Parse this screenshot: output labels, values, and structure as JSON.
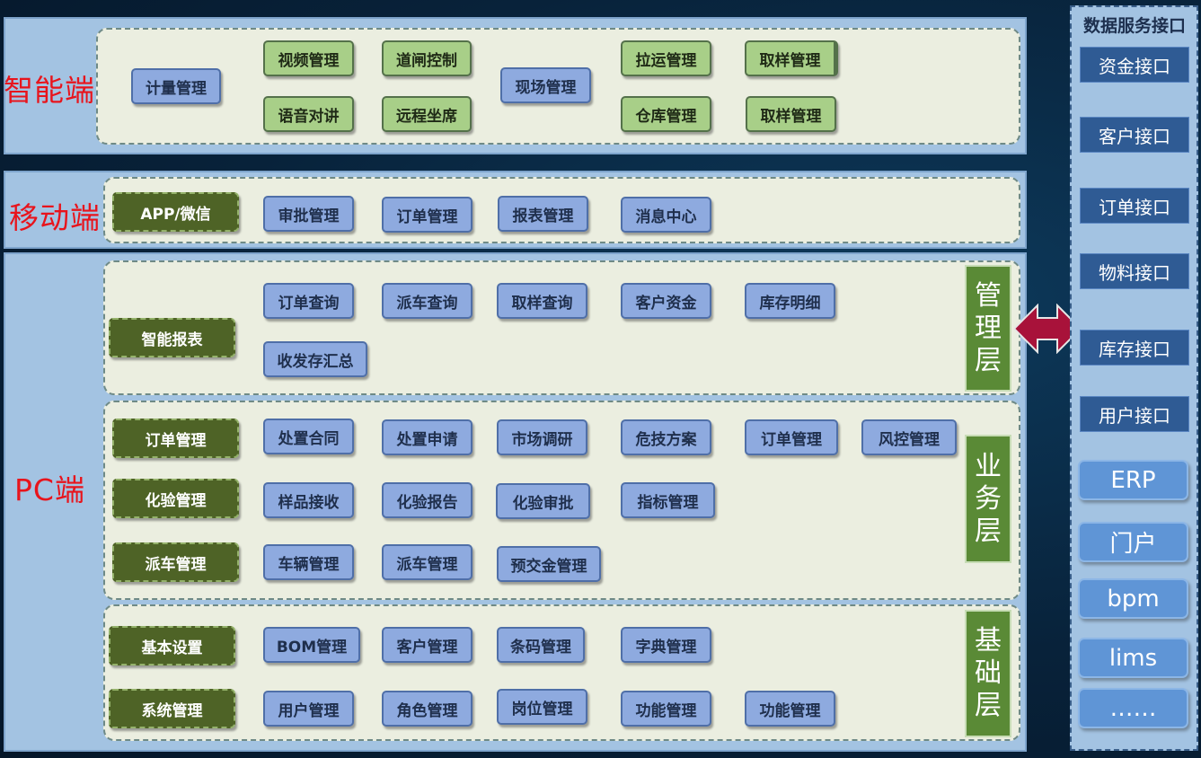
{
  "sections": {
    "smart": {
      "label": "智能端",
      "items": [
        "计量管理",
        "视频管理",
        "道闸控制",
        "语音对讲",
        "远程坐席",
        "现场管理",
        "拉运管理",
        "取样管理",
        "仓库管理",
        "取样管理"
      ]
    },
    "mobile": {
      "label": "移动端",
      "header": "APP/微信",
      "items": [
        "审批管理",
        "订单管理",
        "报表管理",
        "消息中心"
      ]
    },
    "pc": {
      "label": "PC端",
      "management": {
        "layer": [
          "管",
          "理",
          "层"
        ],
        "header": "智能报表",
        "items": [
          "订单查询",
          "派车查询",
          "取样查询",
          "客户资金",
          "库存明细",
          "收发存汇总"
        ]
      },
      "business": {
        "layer": [
          "业",
          "务",
          "层"
        ],
        "rows": [
          {
            "header": "订单管理",
            "items": [
              "处置合同",
              "处置申请",
              "市场调研",
              "危技方案",
              "订单管理",
              "风控管理"
            ]
          },
          {
            "header": "化验管理",
            "items": [
              "样品接收",
              "化验报告",
              "化验审批",
              "指标管理"
            ]
          },
          {
            "header": "派车管理",
            "items": [
              "车辆管理",
              "派车管理",
              "预交金管理"
            ]
          }
        ]
      },
      "base": {
        "layer": [
          "基",
          "础",
          "层"
        ],
        "rows": [
          {
            "header": "基本设置",
            "items": [
              "BOM管理",
              "客户管理",
              "条码管理",
              "字典管理"
            ]
          },
          {
            "header": "系统管理",
            "items": [
              "用户管理",
              "角色管理",
              "岗位管理",
              "功能管理",
              "功能管理"
            ]
          }
        ]
      }
    }
  },
  "data_service": {
    "title": "数据服务接口",
    "interfaces": [
      "资金接口",
      "客户接口",
      "订单接口",
      "物料接口",
      "库存接口",
      "用户接口"
    ],
    "systems": [
      "ERP",
      "门户",
      "bpm",
      "lims",
      "……"
    ]
  },
  "colors": {
    "label_red": "#e8141c",
    "panel_blue": "#a3c3e2",
    "inner_cream": "#ebeee0",
    "blue_box": "#8eaadf",
    "green_box": "#a8cf88",
    "dark_box": "#4e6326",
    "layer_green": "#5a8a36",
    "api_blue": "#2f5b94",
    "system_blue": "#5f95d6",
    "arrow": "#a8123a"
  },
  "icons": {
    "connector": "double-headed-arrow"
  }
}
